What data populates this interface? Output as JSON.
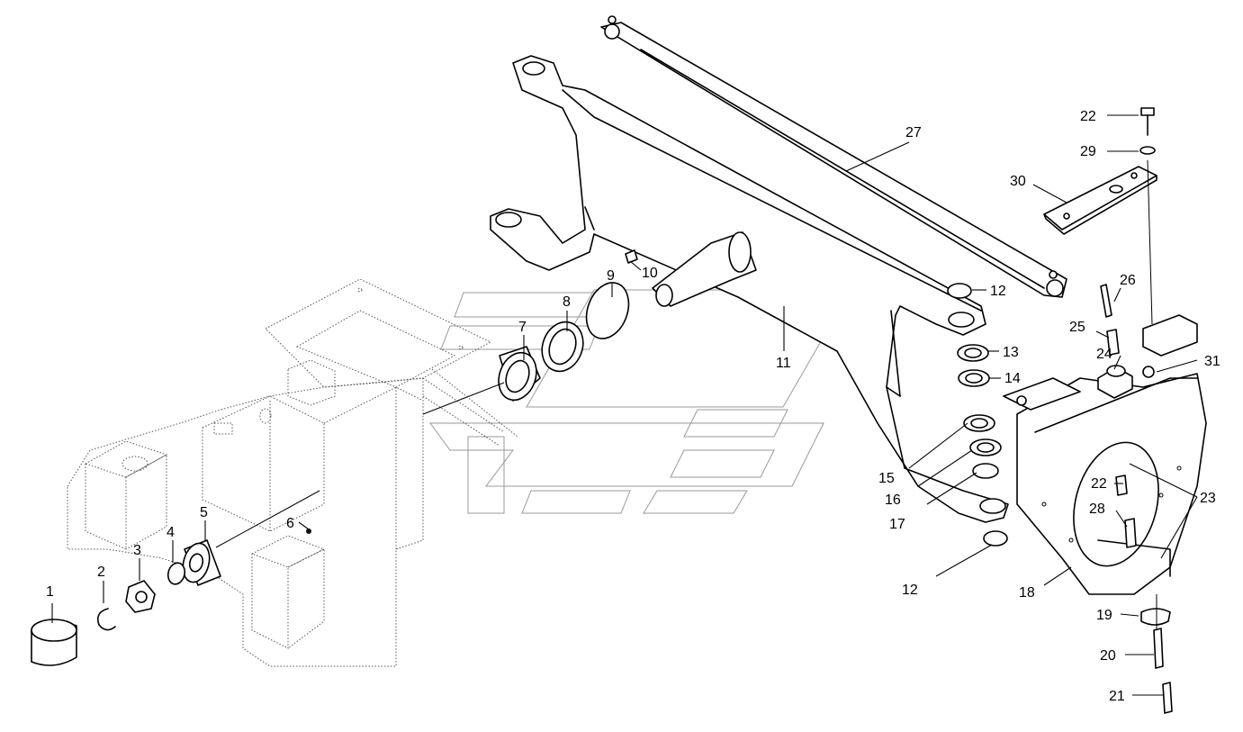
{
  "callouts": [
    {
      "id": "c1",
      "label": "1"
    },
    {
      "id": "c2",
      "label": "2"
    },
    {
      "id": "c3",
      "label": "3"
    },
    {
      "id": "c4",
      "label": "4"
    },
    {
      "id": "c5",
      "label": "5"
    },
    {
      "id": "c6",
      "label": "6"
    },
    {
      "id": "c7",
      "label": "7"
    },
    {
      "id": "c8",
      "label": "8"
    },
    {
      "id": "c9",
      "label": "9"
    },
    {
      "id": "c10",
      "label": "10"
    },
    {
      "id": "c11",
      "label": "11"
    },
    {
      "id": "c12a",
      "label": "12"
    },
    {
      "id": "c12b",
      "label": "12"
    },
    {
      "id": "c13",
      "label": "13"
    },
    {
      "id": "c14",
      "label": "14"
    },
    {
      "id": "c15",
      "label": "15"
    },
    {
      "id": "c16",
      "label": "16"
    },
    {
      "id": "c17",
      "label": "17"
    },
    {
      "id": "c18",
      "label": "18"
    },
    {
      "id": "c19",
      "label": "19"
    },
    {
      "id": "c20",
      "label": "20"
    },
    {
      "id": "c21",
      "label": "21"
    },
    {
      "id": "c22a",
      "label": "22"
    },
    {
      "id": "c22b",
      "label": "22"
    },
    {
      "id": "c23",
      "label": "23"
    },
    {
      "id": "c24",
      "label": "24"
    },
    {
      "id": "c25",
      "label": "25"
    },
    {
      "id": "c26",
      "label": "26"
    },
    {
      "id": "c27",
      "label": "27"
    },
    {
      "id": "c28",
      "label": "28"
    },
    {
      "id": "c29",
      "label": "29"
    },
    {
      "id": "c30",
      "label": "30"
    },
    {
      "id": "c31",
      "label": "31"
    }
  ]
}
